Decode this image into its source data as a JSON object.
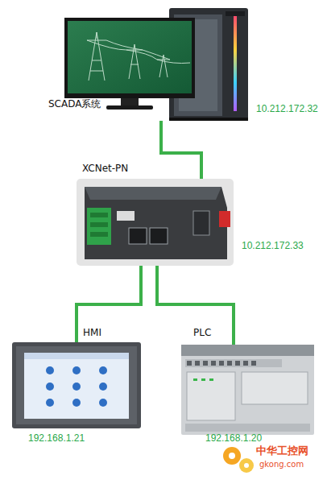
{
  "diagram": {
    "nodes": [
      {
        "text": [
          "SCADA系统",
          "10.212.172.32"
        ]
      },
      {
        "text": [
          "XCNet-PN",
          "10.212.172.33"
        ]
      },
      {
        "text": [
          "HMI",
          "192.168.1.21"
        ]
      },
      {
        "text": [
          "PLC",
          "192.168.1.20"
        ]
      }
    ],
    "edges": [
      {
        "from": 0,
        "to": 1,
        "arrow": "none"
      },
      {
        "from": 1,
        "to": 2,
        "arrow": "none"
      },
      {
        "from": 1,
        "to": 3,
        "arrow": "none"
      }
    ],
    "labels": [
      "中华工控网",
      "gkong.com"
    ]
  }
}
